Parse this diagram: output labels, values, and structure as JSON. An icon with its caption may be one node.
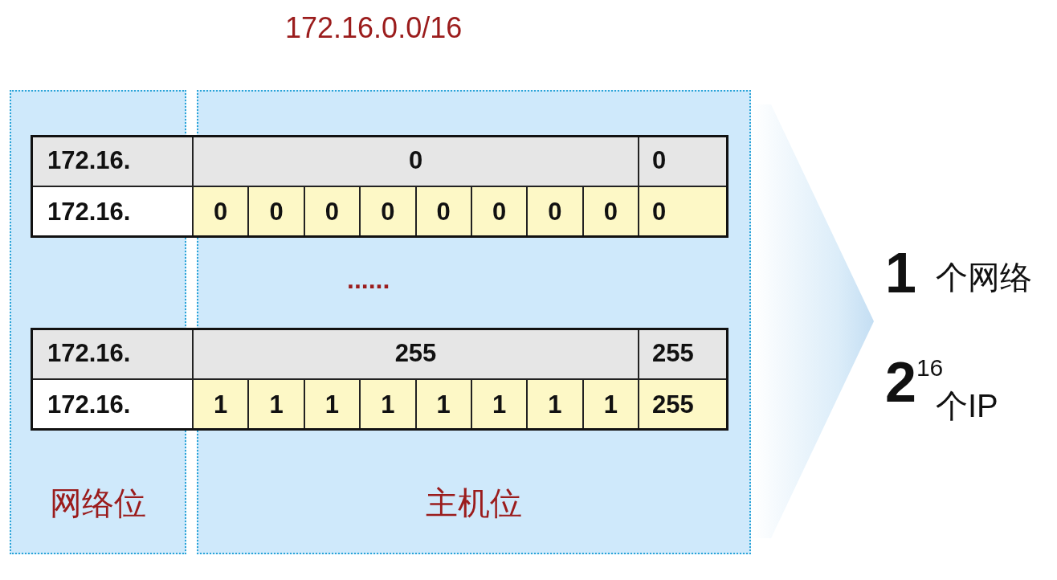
{
  "diagram": {
    "title": "172.16.0.0/16",
    "nodes": [
      {
        "text": [
          "网络位"
        ]
      },
      {
        "text": [
          "主机位"
        ]
      }
    ],
    "labels": [
      "172.16.",
      "0",
      "0",
      "172.16.",
      "0",
      "0",
      "0",
      "0",
      "0",
      "0",
      "0",
      "0",
      "0",
      "......",
      "172.16.",
      "255",
      "255",
      "172.16.",
      "1",
      "1",
      "1",
      "1",
      "1",
      "1",
      "1",
      "1",
      "255",
      "1",
      "个网络",
      "2$^{16}$",
      "个IP"
    ]
  }
}
